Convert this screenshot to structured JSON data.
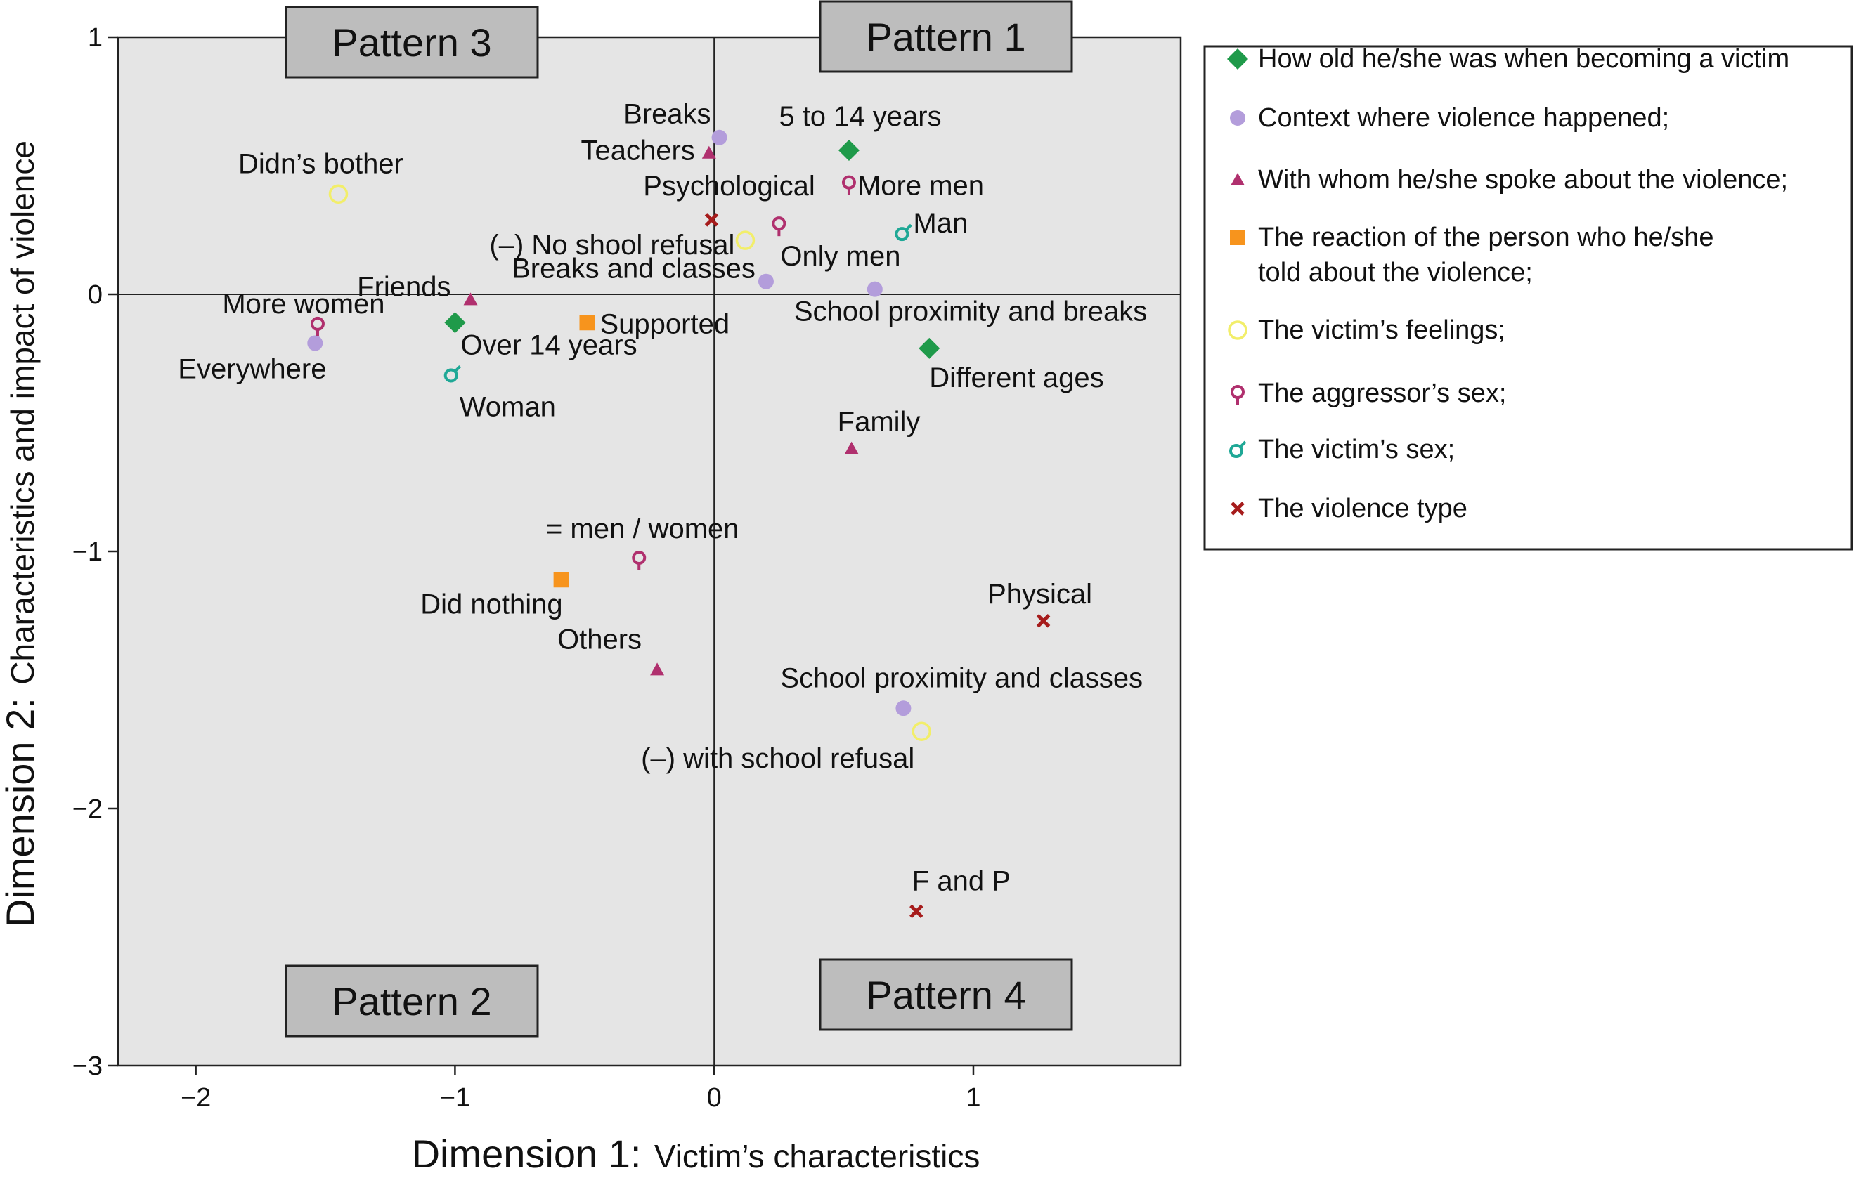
{
  "chart_data": {
    "type": "scatter",
    "title": "",
    "xlabel_prefix": "Dimension 1:",
    "xlabel_rest": "Victim’s characteristics",
    "ylabel_prefix": "Dimension 2:",
    "ylabel_rest": "Characteristics and impact of violence",
    "xlim": [
      -2.3,
      1.8
    ],
    "ylim": [
      -3,
      1
    ],
    "xticks": [
      -2,
      -1,
      0,
      1
    ],
    "xtick_labels": [
      "−2",
      "−1",
      "0",
      "1"
    ],
    "yticks": [
      1,
      0,
      -1,
      -2,
      -3
    ],
    "ytick_labels": [
      "1",
      "0",
      "−1",
      "−2",
      "−3"
    ],
    "plot_background": "#e5e5e5",
    "grid": false,
    "reference_lines": {
      "x": 0,
      "y": 0
    },
    "legend_position": "right",
    "patterns": [
      {
        "label": "Pattern 3",
        "corner": "top-left"
      },
      {
        "label": "Pattern 1",
        "corner": "top-right"
      },
      {
        "label": "Pattern 2",
        "corner": "bottom-left"
      },
      {
        "label": "Pattern 4",
        "corner": "bottom-right"
      }
    ],
    "series": [
      {
        "name": "How old he/she was when becoming a victim",
        "marker": "diamond",
        "color": "#1f9a4a",
        "points": [
          {
            "label": "5 to 14 years",
            "x": 0.52,
            "y": 0.56
          },
          {
            "label": "Over 14 years",
            "x": -1.0,
            "y": -0.11
          },
          {
            "label": "Different ages",
            "x": 0.83,
            "y": -0.21
          }
        ]
      },
      {
        "name": "Context where violence happened;",
        "marker": "circle",
        "color": "#b39ddb",
        "points": [
          {
            "label": "Breaks",
            "x": 0.02,
            "y": 0.61
          },
          {
            "label": "Breaks and classes",
            "x": 0.2,
            "y": 0.05
          },
          {
            "label": "School proximity and breaks",
            "x": 0.62,
            "y": 0.02
          },
          {
            "label": "Everywhere",
            "x": -1.54,
            "y": -0.19
          },
          {
            "label": "School proximity and classes",
            "x": 0.73,
            "y": -1.61
          }
        ]
      },
      {
        "name": "With whom he/she spoke about the violence;",
        "marker": "triangle",
        "color": "#b0306e",
        "points": [
          {
            "label": "Teachers",
            "x": -0.02,
            "y": 0.55
          },
          {
            "label": "Friends",
            "x": -0.94,
            "y": -0.02
          },
          {
            "label": "Family",
            "x": 0.53,
            "y": -0.6
          },
          {
            "label": "Others",
            "x": -0.22,
            "y": -1.46
          }
        ]
      },
      {
        "name": "The reaction of the person who he/she",
        "name_line2": "told about the violence;",
        "marker": "square",
        "color": "#f7941d",
        "points": [
          {
            "label": "Supported",
            "x": -0.49,
            "y": -0.11
          },
          {
            "label": "Did nothing",
            "x": -0.59,
            "y": -1.11
          }
        ]
      },
      {
        "name": "The victim’s feelings;",
        "marker": "open-circle",
        "color": "#f2ee6a",
        "points": [
          {
            "label": "Didn’s bother",
            "x": -1.45,
            "y": 0.39
          },
          {
            "label": "(–) No shool refusal",
            "x": 0.12,
            "y": 0.21
          },
          {
            "label": "(–) with school refusal",
            "x": 0.8,
            "y": -1.7
          }
        ]
      },
      {
        "name": "The aggressor’s sex;",
        "marker": "female",
        "color": "#b0306e",
        "points": [
          {
            "label": "More men",
            "x": 0.52,
            "y": 0.43
          },
          {
            "label": "Only men",
            "x": 0.25,
            "y": 0.27
          },
          {
            "label": "More women",
            "x": -1.53,
            "y": -0.12
          },
          {
            "label": "= men / women",
            "x": -0.29,
            "y": -1.03
          }
        ]
      },
      {
        "name": "The victim’s sex;",
        "marker": "male",
        "color": "#1fa896",
        "points": [
          {
            "label": "Man",
            "x": 0.73,
            "y": 0.24
          },
          {
            "label": "Woman",
            "x": -1.01,
            "y": -0.31
          }
        ]
      },
      {
        "name": "The violence type",
        "marker": "x",
        "color": "#a61c1c",
        "points": [
          {
            "label": "Psychological",
            "x": -0.01,
            "y": 0.29
          },
          {
            "label": "Physical",
            "x": 1.27,
            "y": -1.27
          },
          {
            "label": "F and P",
            "x": 0.78,
            "y": -2.4
          }
        ]
      }
    ]
  }
}
